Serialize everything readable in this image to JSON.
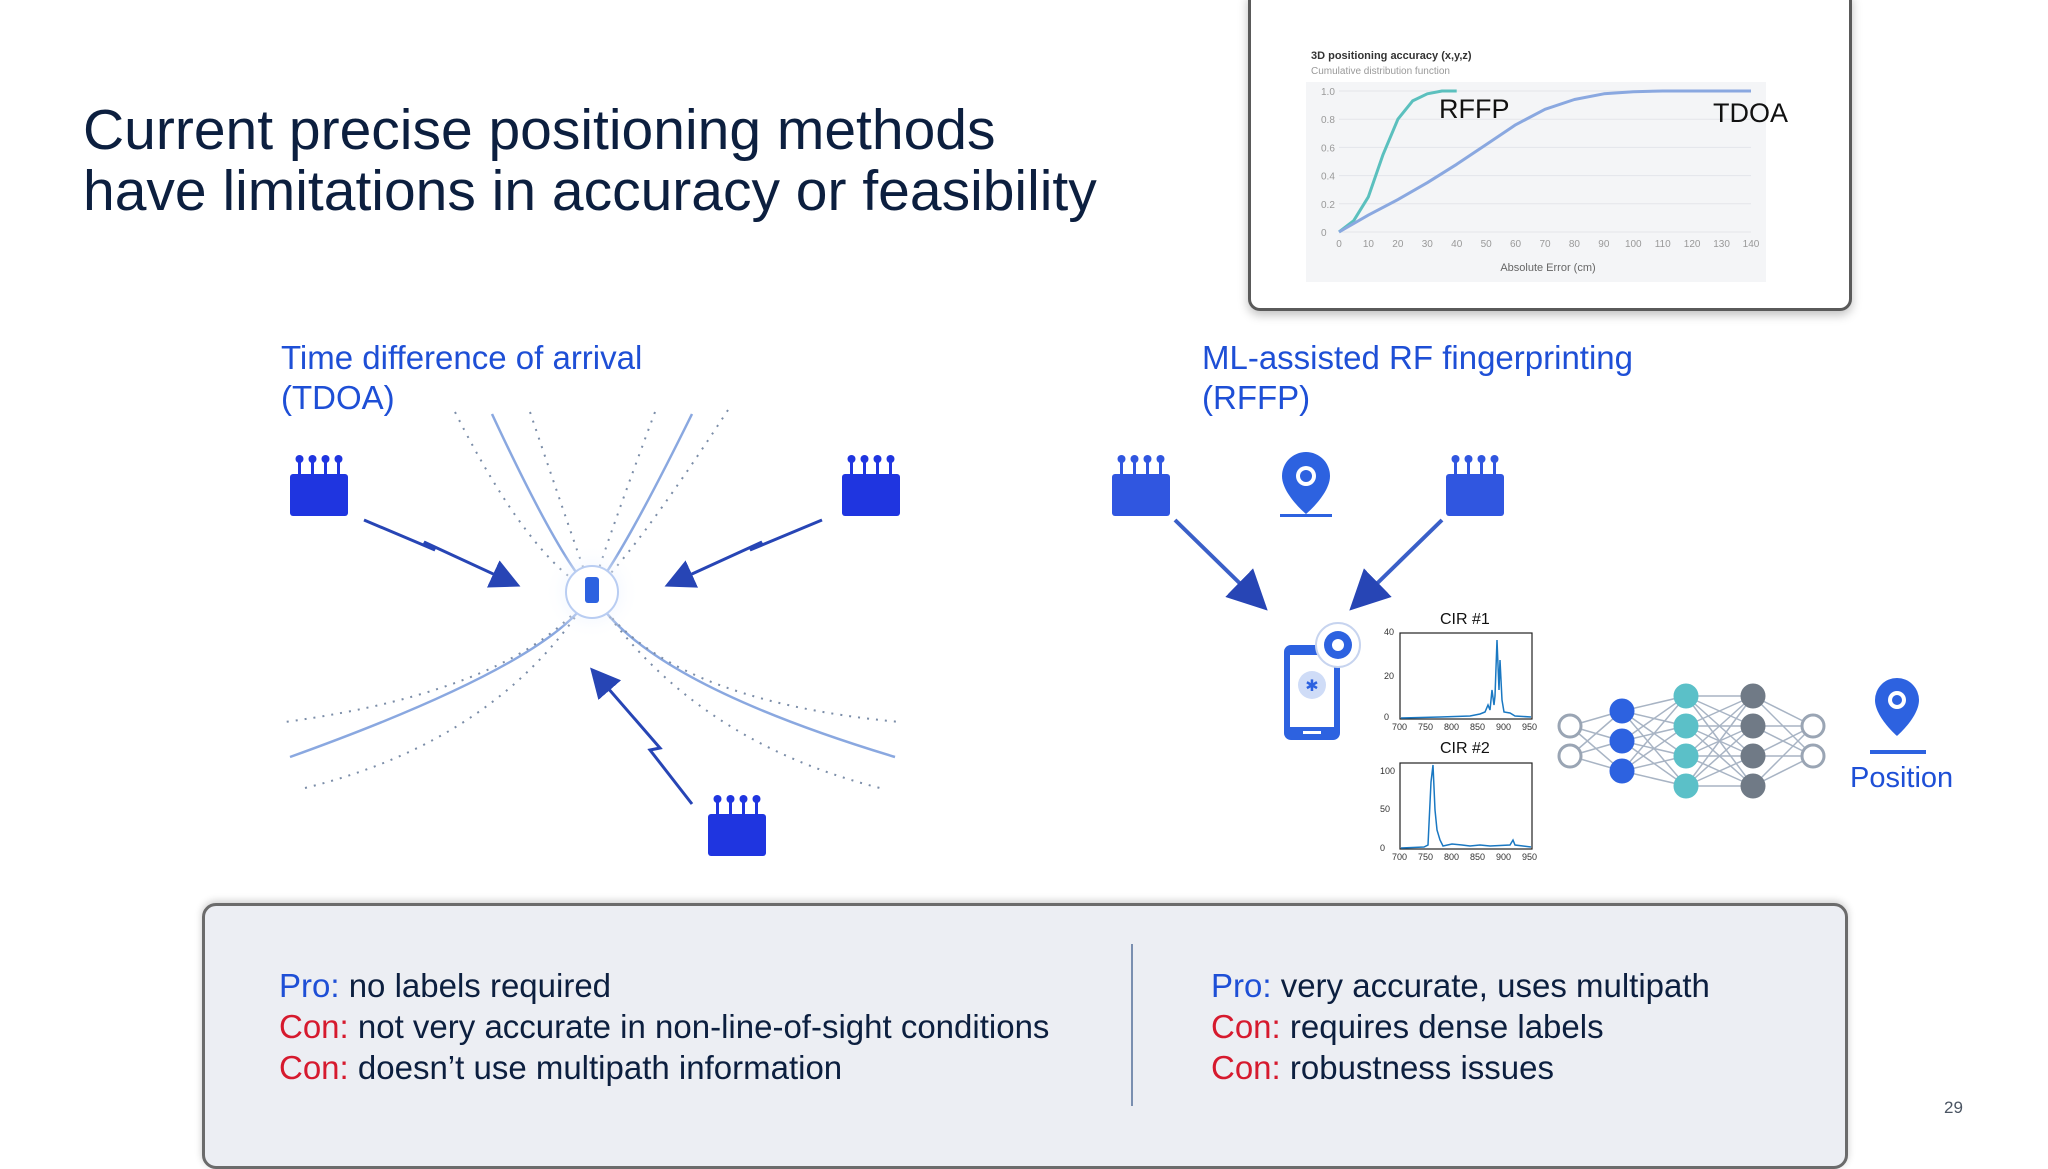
{
  "title": {
    "line1": "Current precise positioning methods",
    "line2": "have limitations in accuracy or feasibility"
  },
  "chart": {
    "title": "3D positioning accuracy (x,y,z)",
    "subtitle": "Cumulative distribution function",
    "xlabel": "Absolute Error (cm)",
    "rffp_label": "RFFP",
    "tdoa_label": "TDOA"
  },
  "chart_data": {
    "type": "line",
    "title": "3D positioning accuracy (x,y,z)",
    "subtitle": "Cumulative distribution function",
    "xlabel": "Absolute Error (cm)",
    "ylabel": "",
    "xlim": [
      0,
      140
    ],
    "ylim": [
      0,
      1.0
    ],
    "x_ticks": [
      "0",
      "10",
      "20",
      "30",
      "40",
      "50",
      "60",
      "70",
      "80",
      "90",
      "100",
      "110",
      "120",
      "130",
      "140"
    ],
    "y_ticks": [
      "0",
      "0.2",
      "0.4",
      "0.6",
      "0.8",
      "1.0"
    ],
    "grid": true,
    "series": [
      {
        "name": "RFFP",
        "color": "#5bc0be",
        "x": [
          0,
          5,
          10,
          15,
          20,
          25,
          30,
          35,
          40
        ],
        "y": [
          0.0,
          0.08,
          0.25,
          0.55,
          0.8,
          0.93,
          0.98,
          1.0,
          1.0
        ]
      },
      {
        "name": "TDOA",
        "color": "#8aa8e0",
        "x": [
          0,
          10,
          20,
          30,
          40,
          50,
          60,
          70,
          80,
          90,
          100,
          110,
          120,
          130,
          140
        ],
        "y": [
          0.0,
          0.12,
          0.23,
          0.35,
          0.48,
          0.62,
          0.76,
          0.87,
          0.94,
          0.98,
          0.995,
          1.0,
          1.0,
          1.0,
          1.0
        ]
      }
    ]
  },
  "sections": {
    "tdoa": {
      "title": "Time difference of arrival",
      "sub": "(TDOA)"
    },
    "rffp": {
      "title": "ML-assisted RF fingerprinting",
      "sub": "(RFFP)"
    }
  },
  "cir": {
    "cir1_label": "CIR #1",
    "cir2_label": "CIR #2",
    "cir1_y_ticks": [
      "40",
      "20",
      "0"
    ],
    "cir2_y_ticks": [
      "100",
      "50",
      "0"
    ],
    "x_ticks": [
      "700",
      "750",
      "800",
      "850",
      "900",
      "950"
    ]
  },
  "position_label": "Position",
  "pros_cons": {
    "left": [
      {
        "kind": "Pro:",
        "text": " no labels required"
      },
      {
        "kind": "Con:",
        "text": " not very accurate in non-line-of-sight conditions"
      },
      {
        "kind": "Con:",
        "text": " doesn’t use multipath information"
      }
    ],
    "right": [
      {
        "kind": "Pro:",
        "text": " very accurate, uses multipath"
      },
      {
        "kind": "Con:",
        "text": " requires dense labels"
      },
      {
        "kind": "Con:",
        "text": " robustness issues"
      }
    ]
  },
  "page_number": "29",
  "colors": {
    "brand_blue": "#1e4fd6",
    "con_red": "#d61a2e",
    "title_navy": "#0c1f3f",
    "rffp_teal": "#5bc0be",
    "tdoa_blue": "#8aa8e0"
  },
  "icons": {
    "base_station": "router-icon",
    "phone": "smartphone-icon",
    "pin": "location-pin-icon",
    "brain": "brain-icon",
    "network": "neural-network-icon"
  }
}
